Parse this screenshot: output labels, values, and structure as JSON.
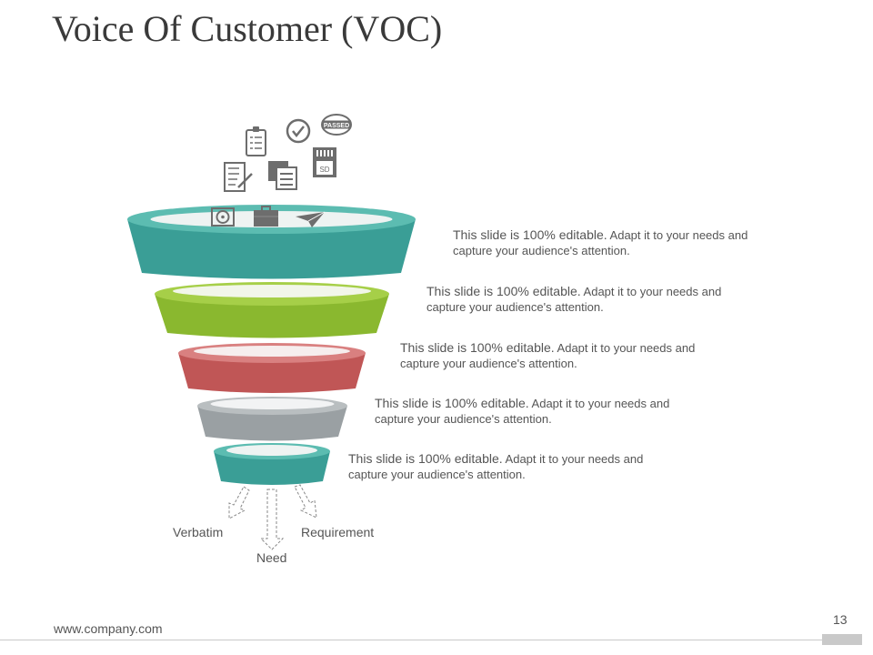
{
  "slide": {
    "title": "Voice Of Customer (VOC)",
    "page_number": "13",
    "footer_url": "www.company.com"
  },
  "funnel": {
    "layers": [
      {
        "color": "#3a9e96",
        "lead": "This slide is 100% editable.",
        "body": " Adapt it to your needs and capture your audience's attention."
      },
      {
        "color": "#8ab82f",
        "lead": "This slide is 100% editable.",
        "body": " Adapt it to your needs and capture your audience's attention."
      },
      {
        "color": "#c05656",
        "lead": "This slide is 100% editable.",
        "body": " Adapt it to your needs and capture your audience's attention."
      },
      {
        "color": "#9aa0a3",
        "lead": "This slide is 100% editable.",
        "body": " Adapt it to your needs and capture your audience's attention."
      },
      {
        "color": "#3a9e96",
        "lead": "This slide is 100% editable.",
        "body": " Adapt it to your needs and capture your audience's attention."
      }
    ],
    "outputs": {
      "verbatim": "Verbatim",
      "need": "Need",
      "requirement": "Requirement"
    },
    "icons": [
      "clipboard-checklist-icon",
      "checkmark-circle-icon",
      "passed-stamp-icon",
      "checklist-icon",
      "documents-icon",
      "sd-card-icon",
      "disc-icon",
      "briefcase-icon",
      "paper-plane-icon"
    ],
    "stamp_text": "PASSED",
    "sd_text": "SD"
  }
}
